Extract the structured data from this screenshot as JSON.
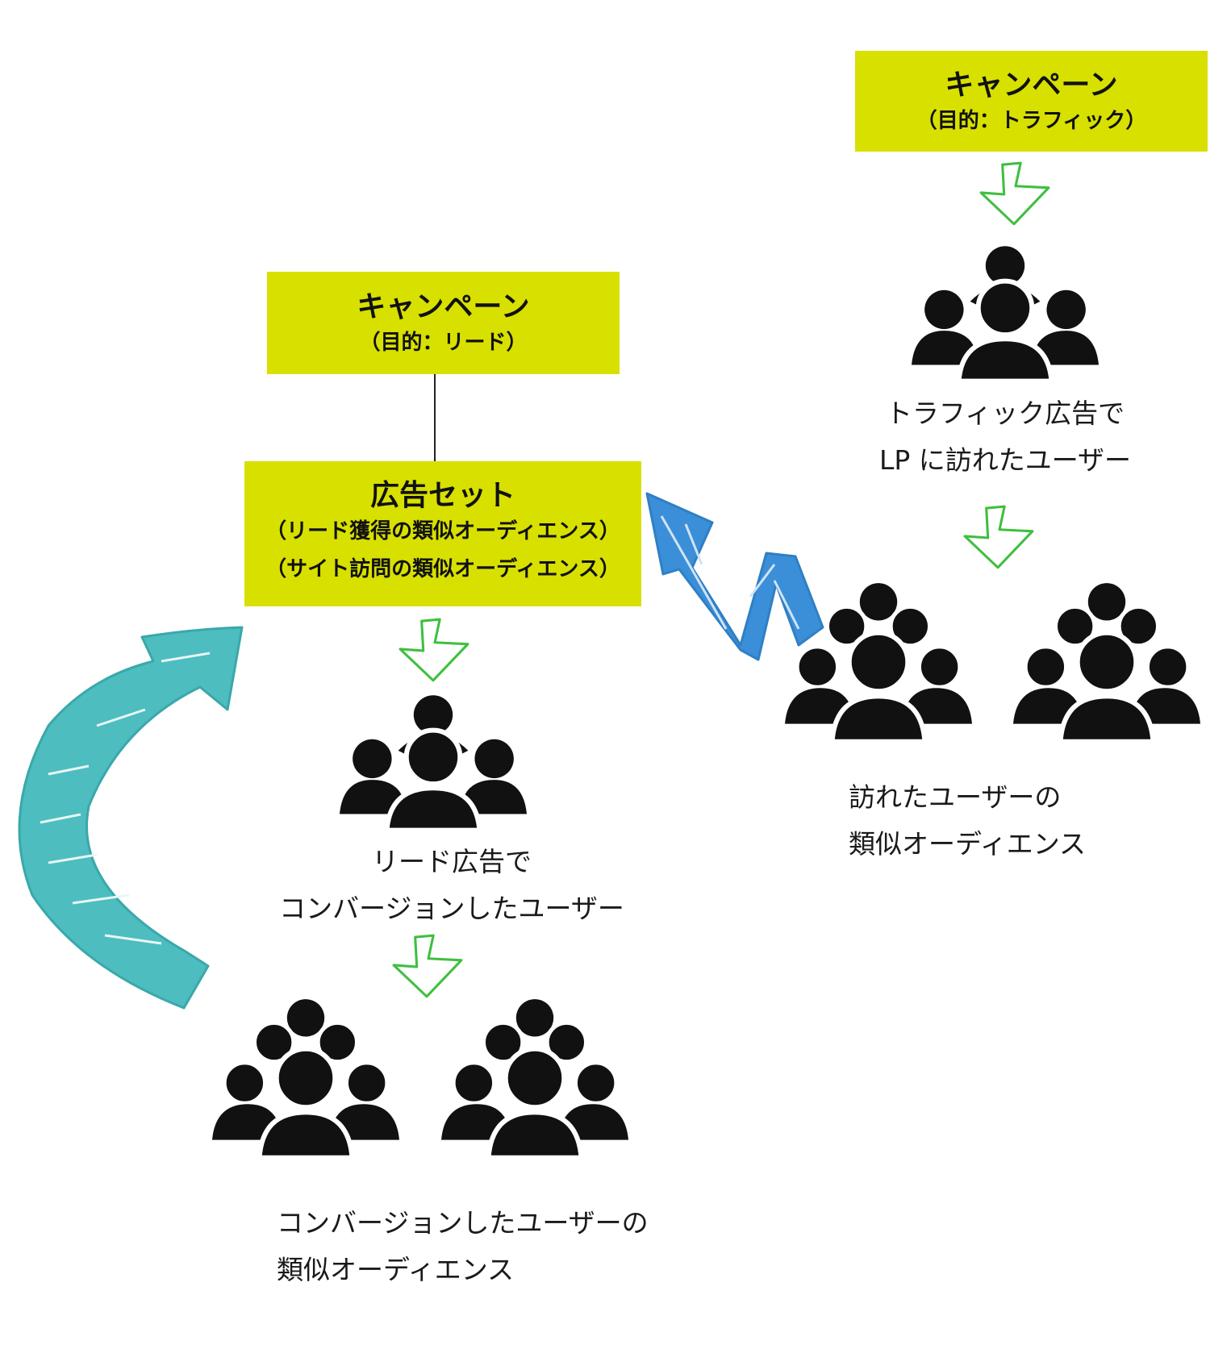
{
  "campaign_traffic": {
    "title": "キャンペーン",
    "objective": "（目的：トラフィック）"
  },
  "campaign_lead": {
    "title": "キャンペーン",
    "objective": "（目的：リード）"
  },
  "ad_set": {
    "title": "広告セット",
    "line1": "（リード獲得の類似オーディエンス）",
    "line2": "（サイト訪問の類似オーディエンス）"
  },
  "traffic_users": {
    "line1": "トラフィック広告で",
    "line2": "LP に訪れたユーザー"
  },
  "visited_lookalike": {
    "line1": "訪れたユーザーの",
    "line2": "類似オーディエンス"
  },
  "lead_users": {
    "line1": "リード広告で",
    "line2": "コンバージョンしたユーザー"
  },
  "converted_lookalike": {
    "line1": "コンバージョンしたユーザーの",
    "line2": "類似オーディエンス"
  },
  "colors": {
    "box": "#d8e000",
    "down_arrow": "#3fbf3f",
    "blue_arrow": "#3b8fd8",
    "teal_arrow": "#4dbdbf",
    "icon": "#111111"
  }
}
